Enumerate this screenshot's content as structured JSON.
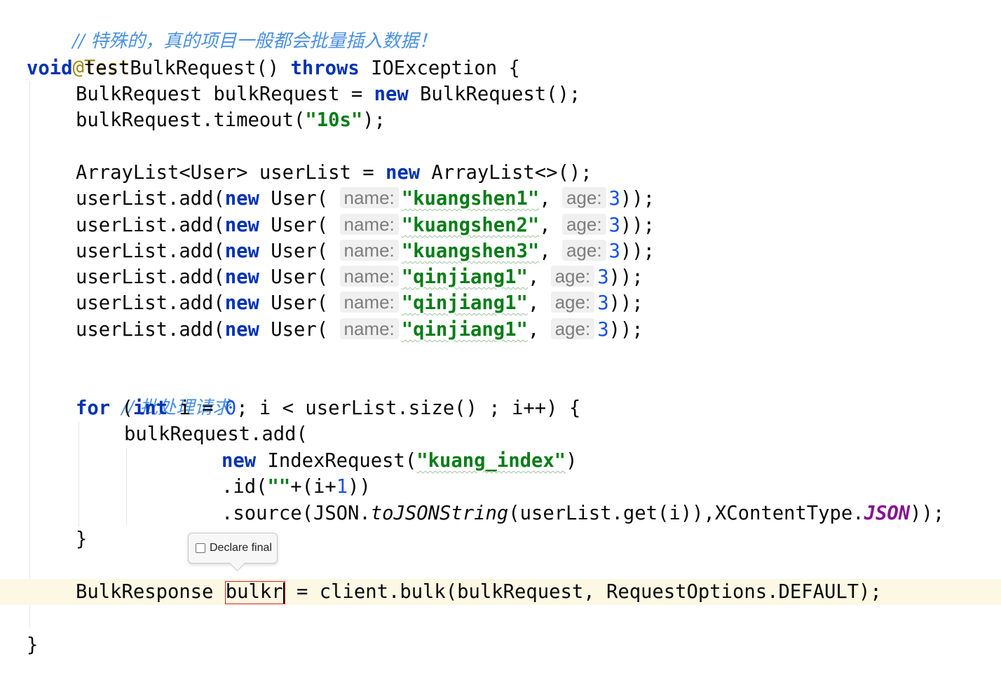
{
  "code": {
    "comment_bulk_cn": "// 特殊的，真的项目一般都会批量插入数据！",
    "annotation": "@Test",
    "kw_void": "void",
    "method_sig": " testBulkRequest() ",
    "kw_throws": "throws",
    "exception_tail": " IOException {",
    "bulkreq_decl": "BulkRequest bulkRequest = ",
    "kw_new": "new",
    "bulkreq_ctor": " BulkRequest();",
    "timeout_call": "bulkRequest.timeout(",
    "timeout_value": "\"10s\"",
    "close_stmt": ");",
    "userlist_decl": "ArrayList<User> userList = ",
    "userlist_ctor": " ArrayList<>();",
    "add_prefix": "userList.add(",
    "user_ctor_open": " User(",
    "hint_name": "name:",
    "hint_age": "age:",
    "comma": ", ",
    "age_value": "3",
    "add_suffix": "));",
    "users": [
      {
        "name": "\"kuangshen1\""
      },
      {
        "name": "\"kuangshen2\""
      },
      {
        "name": "\"kuangshen3\""
      },
      {
        "name": "\"qinjiang1\""
      },
      {
        "name": "\"qinjiang1\""
      },
      {
        "name": "\"qinjiang1\""
      }
    ],
    "comment_batch_cn": "// 批处理请求",
    "kw_for": "for",
    "for_open": " (",
    "kw_int": "int",
    "for_init": " i = ",
    "zero": "0",
    "for_cond": "; i < userList.size() ; i++) {",
    "bulk_add": "bulkRequest.add(",
    "index_request": " IndexRequest(",
    "index_name": "\"kuang_index\"",
    "close_paren": ")",
    "id_prefix": ".id(",
    "empty_str": "\"\"",
    "id_plus": "+(i+",
    "one": "1",
    "id_suffix": "))",
    "source_prefix": ".source(JSON.",
    "to_json": "toJSONString",
    "source_mid": "(userList.get(i)),XContentType.",
    "json_const": "JSON",
    "source_suffix": "));",
    "close_brace": "}",
    "response_type": "BulkResponse ",
    "response_var": "bulkr",
    "response_tail": " = client.bulk(bulkRequest, RequestOptions.DEFAULT);"
  },
  "popup": {
    "label": "Declare final",
    "checked": false
  }
}
